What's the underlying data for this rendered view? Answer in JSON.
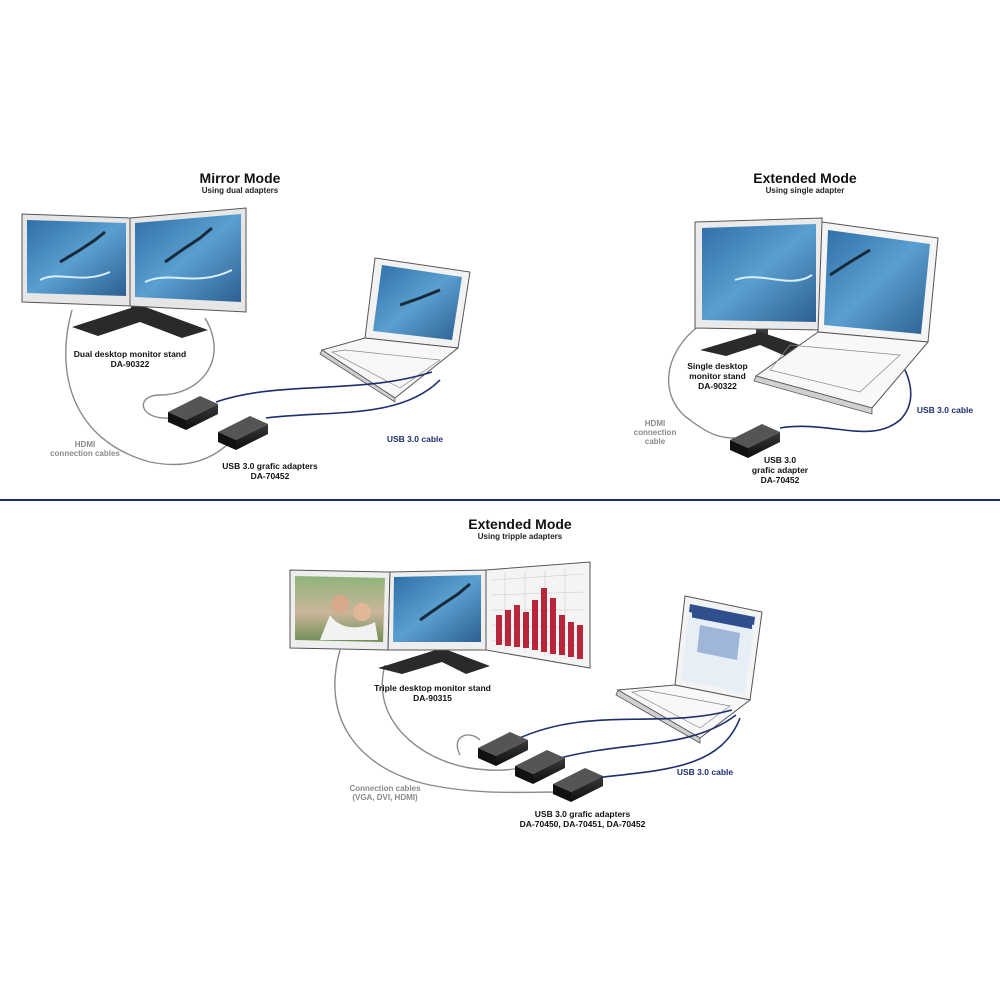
{
  "colors": {
    "usb_cable": "#1d2f6f",
    "connection_cable": "#8a8a8a",
    "divider": "#1d2f6f",
    "adapter": "#1a1a1a",
    "sketch": "#555555",
    "water": "#3f7fb5",
    "chart_bar": "#b8263a"
  },
  "mirror": {
    "title": "Mirror Mode",
    "subtitle": "Using dual adapters",
    "stand_label": [
      "Dual desktop monitor stand",
      "DA-90322"
    ],
    "hdmi_label": [
      "HDMI",
      "connection cables"
    ],
    "adapter_label": [
      "USB 3.0 grafic adapters",
      "DA-70452"
    ],
    "usb_label": "USB 3.0 cable"
  },
  "extended_single": {
    "title": "Extended Mode",
    "subtitle": "Using single adapter",
    "stand_label": [
      "Single desktop",
      "monitor stand",
      "DA-90322"
    ],
    "hdmi_label": [
      "HDMI",
      "connection",
      "cable"
    ],
    "adapter_label": [
      "USB 3.0",
      "grafic adapter",
      "DA-70452"
    ],
    "usb_label": "USB 3.0 cable"
  },
  "extended_triple": {
    "title": "Extended Mode",
    "subtitle": "Using tripple adapters",
    "stand_label": [
      "Triple desktop monitor stand",
      "DA-90315"
    ],
    "cables_label": [
      "Connection cables",
      "(VGA, DVI, HDMI)"
    ],
    "adapter_label": [
      "USB 3.0 grafic adapters",
      "DA-70450, DA-70451, DA-70452"
    ],
    "usb_label": "USB 3.0 cable"
  }
}
